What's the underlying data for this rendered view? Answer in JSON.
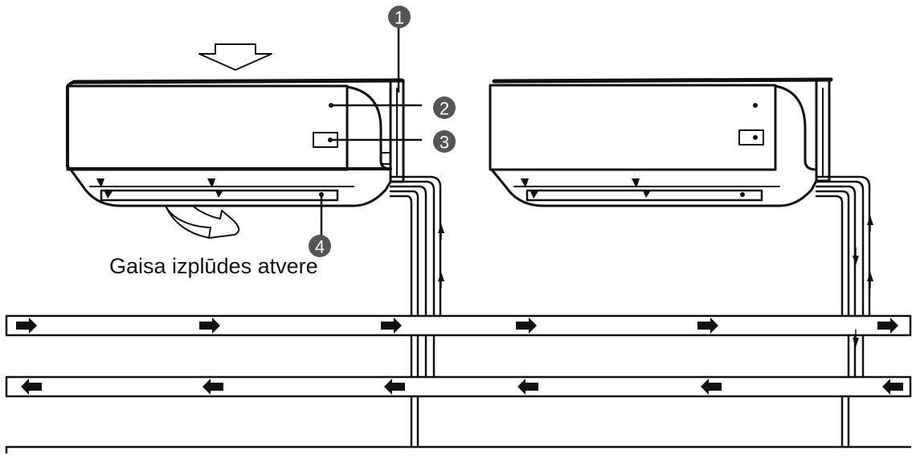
{
  "caption": "Gaisa izplūdes atvere",
  "callouts": [
    "1",
    "2",
    "3",
    "4"
  ]
}
